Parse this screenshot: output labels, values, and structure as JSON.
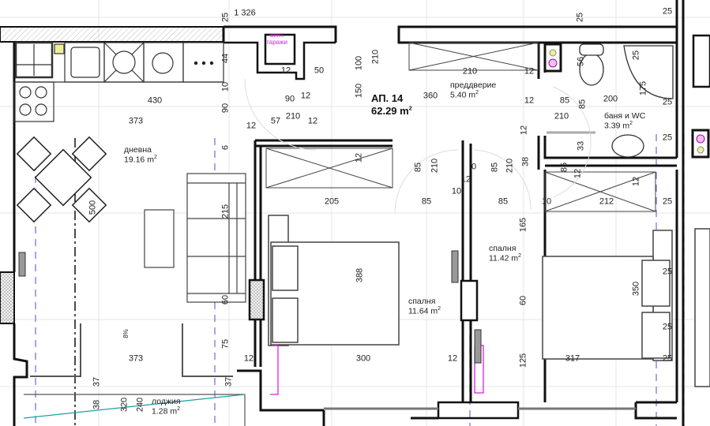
{
  "apartment": {
    "label": "АП. 14",
    "area": "62.29 m",
    "area_sup": "2"
  },
  "rooms": [
    {
      "name": "дневна",
      "area": "19.16 m",
      "sup": "2"
    },
    {
      "name": "преддверие",
      "area": "5.40 m",
      "sup": "2"
    },
    {
      "name": "баня и WC",
      "area": "3.39 m",
      "sup": "2"
    },
    {
      "name": "спалня",
      "area": "11.64 m",
      "sup": "2"
    },
    {
      "name": "спалня",
      "area": "11.42 m",
      "sup": "2"
    },
    {
      "name": "лоджия",
      "area": "1.28 m",
      "sup": "2"
    }
  ],
  "vent": {
    "line1": "вент.",
    "line2": "гаражи"
  },
  "dimensions": [
    "1 326",
    "25",
    "25",
    "25",
    "430",
    "373",
    "50",
    "12",
    "90",
    "12",
    "57",
    "210",
    "12",
    "210",
    "12",
    "360",
    "12",
    "85",
    "200",
    "210",
    "25",
    "25",
    "205",
    "85",
    "85",
    "10",
    "212",
    "25",
    "300",
    "12",
    "317",
    "25",
    "373",
    "12",
    "44",
    "10",
    "90",
    "6",
    "215",
    "60",
    "75",
    "37",
    "37",
    "38",
    "320",
    "240",
    "100",
    "210",
    "150",
    "56",
    "175",
    "85",
    "210",
    "0",
    "85",
    "210",
    "38",
    "12",
    "33",
    "12",
    "10",
    "165",
    "60",
    "125",
    "388",
    "350",
    "500",
    "12",
    "12",
    "25",
    "85",
    "85",
    "8%",
    "25",
    "25",
    "12",
    "12"
  ],
  "colors": {
    "wall": "#111111",
    "grid": "#e3e3e3",
    "axis": "#6a6ad8",
    "vent": "#e020e0",
    "pipe": "#20a0a0"
  }
}
